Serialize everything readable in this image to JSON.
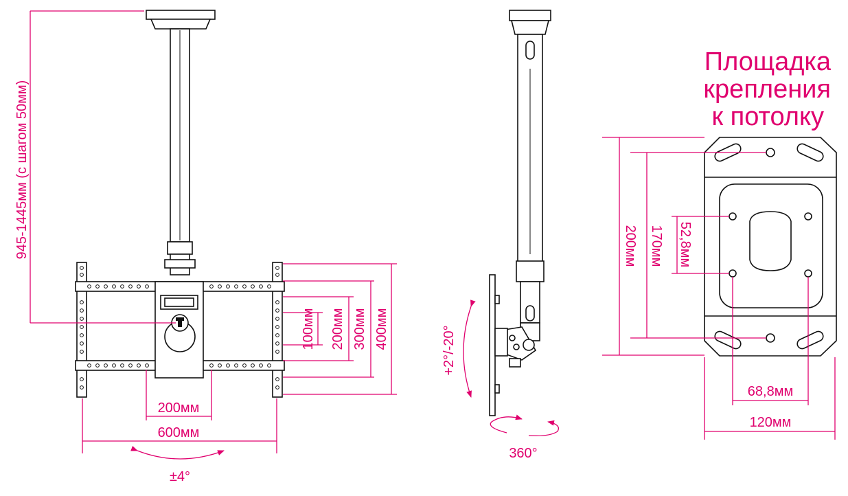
{
  "colors": {
    "accent": "#e0006e",
    "line": "#111111"
  },
  "front_view": {
    "height_range_label": "945-1445мм (с шагом 50мм)",
    "vesa_100_label": "100мм",
    "vesa_200v_label": "200мм",
    "vesa_300v_label": "300мм",
    "vesa_400v_label": "400мм",
    "vesa_200h_label": "200мм",
    "width_600_label": "600мм",
    "swivel_label": "±4°"
  },
  "side_view": {
    "tilt_label": "+2°/-20°",
    "rotation_label": "360°"
  },
  "ceiling_plate": {
    "title_line1": "Площадка",
    "title_line2": "крепления",
    "title_line3": "к потолку",
    "height_200_label": "200мм",
    "height_170_label": "170мм",
    "height_52_label": "52,8мм",
    "width_68_label": "68,8мм",
    "width_120_label": "120мм"
  }
}
